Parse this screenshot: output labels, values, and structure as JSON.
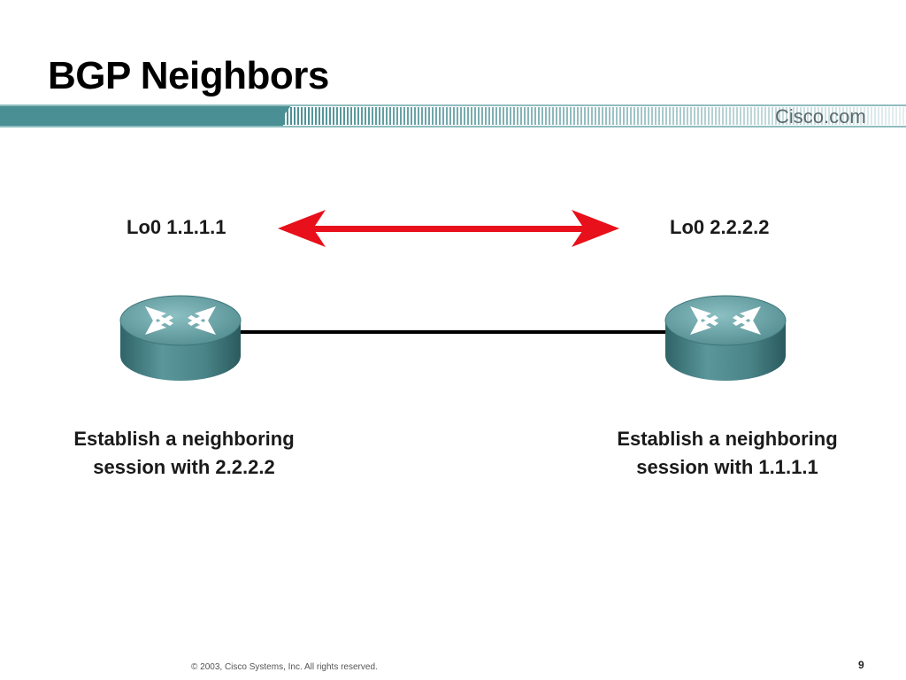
{
  "slide": {
    "title": "BGP Neighbors",
    "brand": "Cisco.com"
  },
  "routers": {
    "left": {
      "loopback": "Lo0 1.1.1.1",
      "caption_line1": "Establish a neighboring",
      "caption_line2": "session with 2.2.2.2"
    },
    "right": {
      "loopback": "Lo0 2.2.2.2",
      "caption_line1": "Establish a neighboring",
      "caption_line2": "session with 1.1.1.1"
    }
  },
  "colors": {
    "arrow": "#e8101a",
    "router_body": "#4f8a8e",
    "router_top": "#6ea6aa",
    "band": "#4a8f93",
    "link": "#000000"
  },
  "icons": {
    "router": "router-icon",
    "session_arrow": "double-arrow-icon"
  },
  "footer": {
    "copyright": "© 2003, Cisco Systems, Inc. All rights reserved.",
    "page": "9"
  }
}
